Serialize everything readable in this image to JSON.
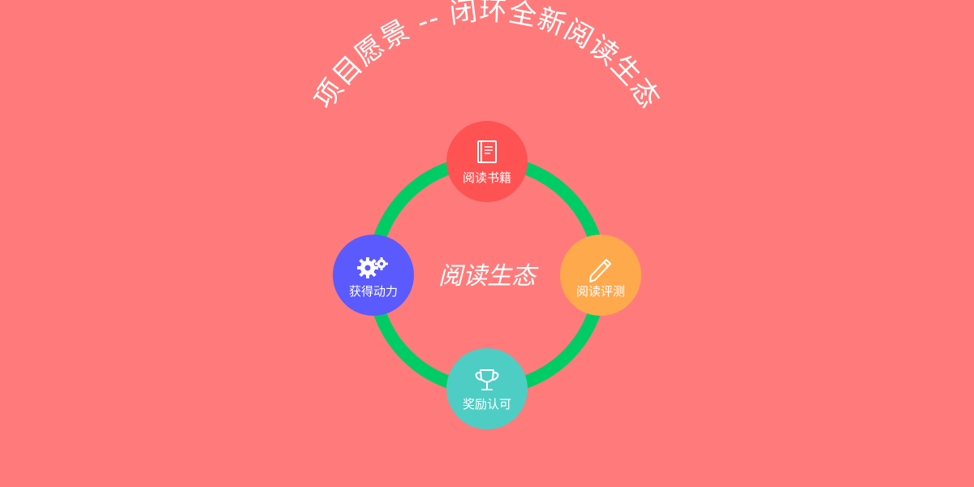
{
  "title": "项目愿景 -- 闭环全新阅读生态",
  "center": {
    "label": "阅读生态"
  },
  "nodes": [
    {
      "id": "read-books",
      "label": "阅读书籍",
      "icon": "book-icon",
      "color": "#ff5252"
    },
    {
      "id": "read-review",
      "label": "阅读评测",
      "icon": "pencil-icon",
      "color": "#ffa94d"
    },
    {
      "id": "reward",
      "label": "奖励认可",
      "icon": "trophy-icon",
      "color": "#4ecdc4"
    },
    {
      "id": "motivation",
      "label": "获得动力",
      "icon": "gears-icon",
      "color": "#5a5aff"
    }
  ],
  "colors": {
    "background": "#ff7b7b",
    "ring": "#00cc66",
    "text": "#ffffff"
  }
}
